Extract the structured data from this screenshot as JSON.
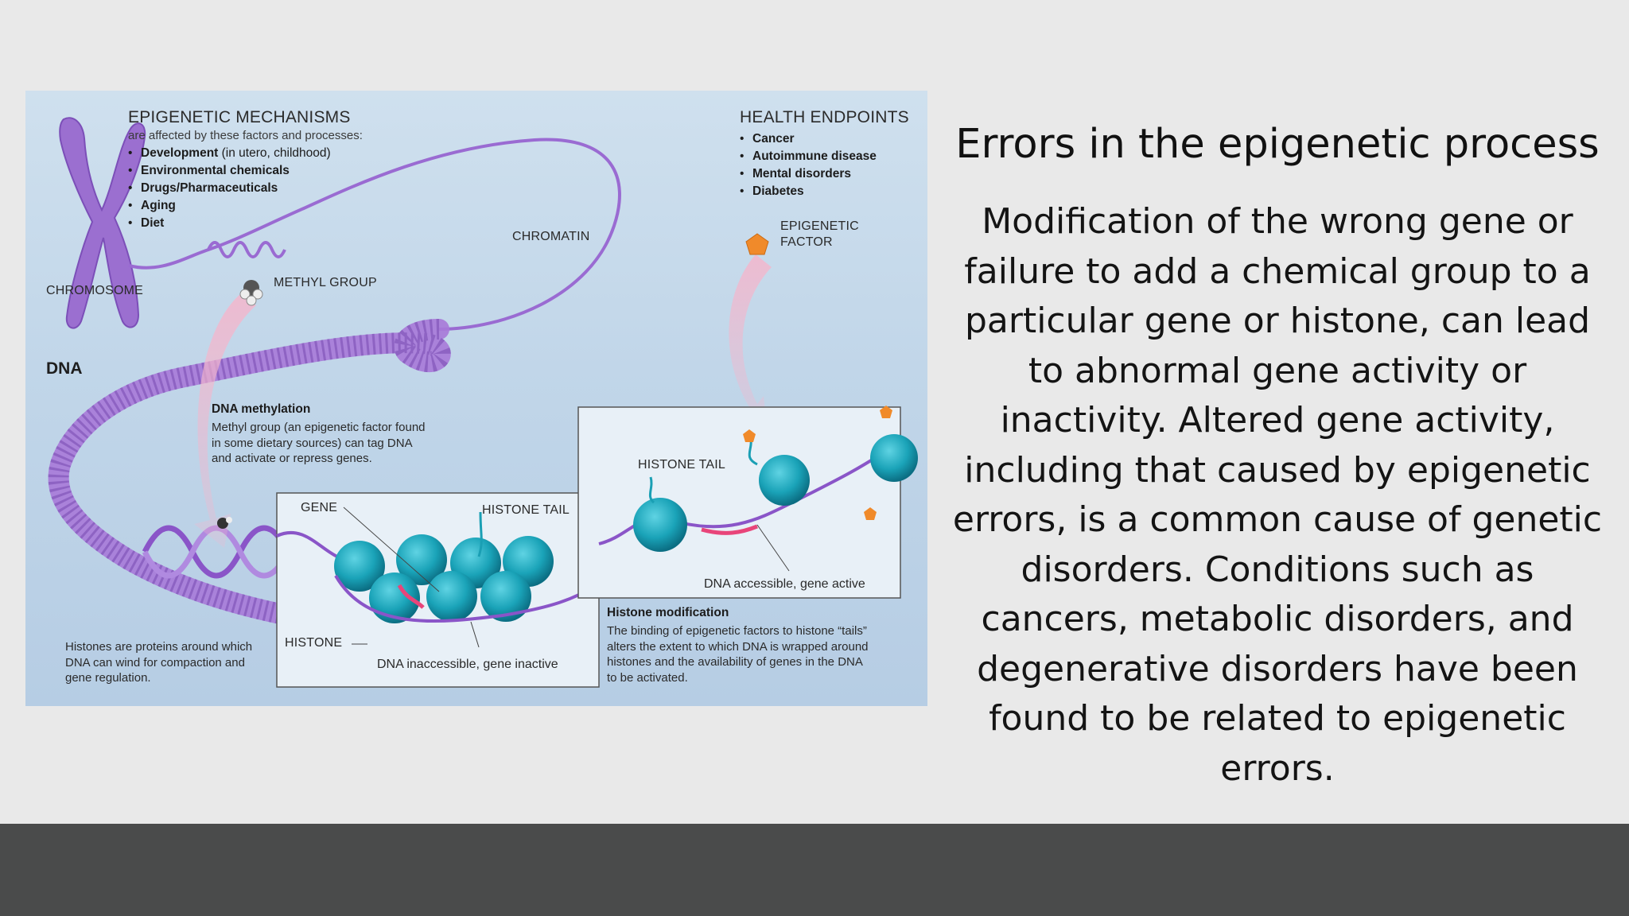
{
  "slide": {
    "title": "Errors in the epigenetic process",
    "body": " Modification of the wrong gene or failure to add a chemical group to a particular gene or histone, can lead to abnormal gene activity or inactivity. Altered gene activity, including that caused by epigenetic errors, is a common cause of genetic disorders. Conditions such as cancers, metabolic disorders, and degenerative disorders have been found to be related to epigenetic errors."
  },
  "figure": {
    "mechanisms": {
      "title": "EPIGENETIC MECHANISMS",
      "subtitle": "are affected by these factors and processes:",
      "items": [
        {
          "bold": "Development",
          "rest": " (in utero, childhood)"
        },
        {
          "bold": "Environmental chemicals",
          "rest": ""
        },
        {
          "bold": "Drugs/Pharmaceuticals",
          "rest": ""
        },
        {
          "bold": "Aging",
          "rest": ""
        },
        {
          "bold": "Diet",
          "rest": ""
        }
      ]
    },
    "health": {
      "title": "HEALTH ENDPOINTS",
      "items": [
        "Cancer",
        "Autoimmune disease",
        "Mental disorders",
        "Diabetes"
      ]
    },
    "labels": {
      "chromosome": "CHROMOSOME",
      "chromatin": "CHROMATIN",
      "methyl_group": "METHYL GROUP",
      "epigenetic_factor_1": "EPIGENETIC",
      "epigenetic_factor_2": "FACTOR",
      "dna": "DNA",
      "gene": "GENE",
      "histone_tail_left": "HISTONE TAIL",
      "histone_tail_right": "HISTONE TAIL",
      "histone": "HISTONE",
      "dna_inaccessible": "DNA inaccessible, gene inactive",
      "dna_accessible": "DNA accessible, gene active"
    },
    "notes": {
      "methylation_title": "DNA methylation",
      "methylation_lines": [
        "Methyl group (an epigenetic factor found",
        "in some dietary sources) can tag DNA",
        "and activate or repress genes."
      ],
      "histones_lines": [
        "Histones are proteins around which",
        "DNA can wind for compaction and",
        "gene regulation."
      ],
      "modification_title": "Histone modification",
      "modification_lines": [
        "The binding of epigenetic factors to histone “tails”",
        "alters the extent to which DNA is wrapped around",
        "histones and the availability of genes in the DNA",
        "to be activated."
      ]
    }
  },
  "colors": {
    "background": "#e9e9e9",
    "footer": "#4a4b4b",
    "chromatin_purple": "#9966cc",
    "histone_teal": "#1a9fb4",
    "factor_orange": "#f08a2a"
  }
}
